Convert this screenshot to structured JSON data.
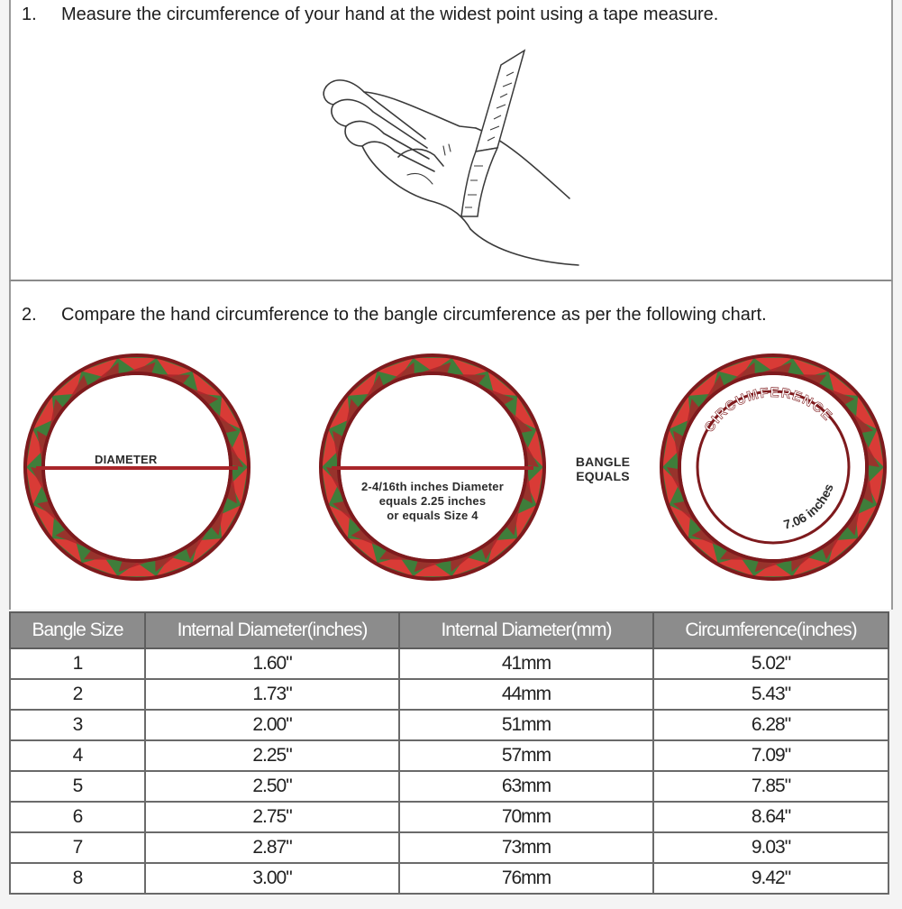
{
  "step1": {
    "number": "1.",
    "text": "Measure the circumference of your hand at the widest point using a tape measure."
  },
  "step2": {
    "number": "2.",
    "text": "Compare the hand circumference to the bangle circumference as per the following chart."
  },
  "diagram": {
    "diameter_label": "DIAMETER",
    "example_lines": [
      "2-4/16th inches Diameter",
      "equals 2.25 inches",
      "or equals Size 4"
    ],
    "equals_lines": [
      "BANGLE",
      "EQUALS"
    ],
    "circumference_label": "CIRCUMFERENCE",
    "circumference_value": "7.06 inches",
    "colors": {
      "ring_red": "#a8262a",
      "ring_dark": "#7e1a1d",
      "band_green": "#3f7d3a",
      "pattern_red": "#d93b36"
    }
  },
  "table": {
    "headers": [
      "Bangle Size",
      "Internal Diameter(inches)",
      "Internal Diameter(mm)",
      "Circumference(inches)"
    ],
    "rows": [
      [
        "1",
        "1.60\"",
        "41mm",
        "5.02\""
      ],
      [
        "2",
        "1.73\"",
        "44mm",
        "5.43\""
      ],
      [
        "3",
        "2.00\"",
        "51mm",
        "6.28\""
      ],
      [
        "4",
        "2.25\"",
        "57mm",
        "7.09\""
      ],
      [
        "5",
        "2.50\"",
        "63mm",
        "7.85\""
      ],
      [
        "6",
        "2.75\"",
        "70mm",
        "8.64\""
      ],
      [
        "7",
        "2.87\"",
        "73mm",
        "9.03\""
      ],
      [
        "8",
        "3.00\"",
        "76mm",
        "9.42\""
      ]
    ]
  }
}
